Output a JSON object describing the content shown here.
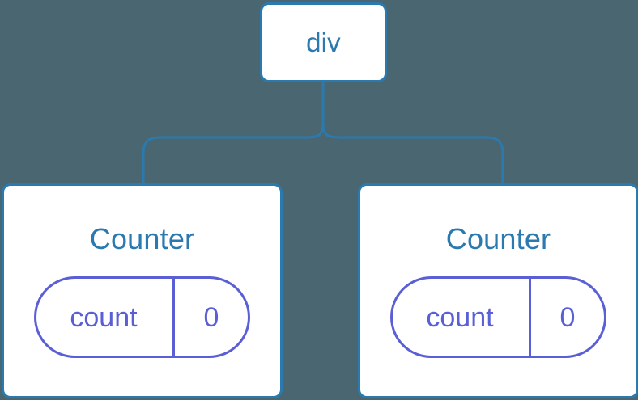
{
  "diagram": {
    "type": "component-tree",
    "background_color": "#4a6670",
    "node_border_color": "#2a7ab0",
    "node_fill_color": "#ffffff",
    "node_text_color": "#2a7ab0",
    "connector_color": "#2a7ab0",
    "state_badge_color": "#5b5fd6",
    "root": {
      "label": "div"
    },
    "children": [
      {
        "title": "Counter",
        "state": {
          "key": "count",
          "value": "0"
        }
      },
      {
        "title": "Counter",
        "state": {
          "key": "count",
          "value": "0"
        }
      }
    ]
  }
}
